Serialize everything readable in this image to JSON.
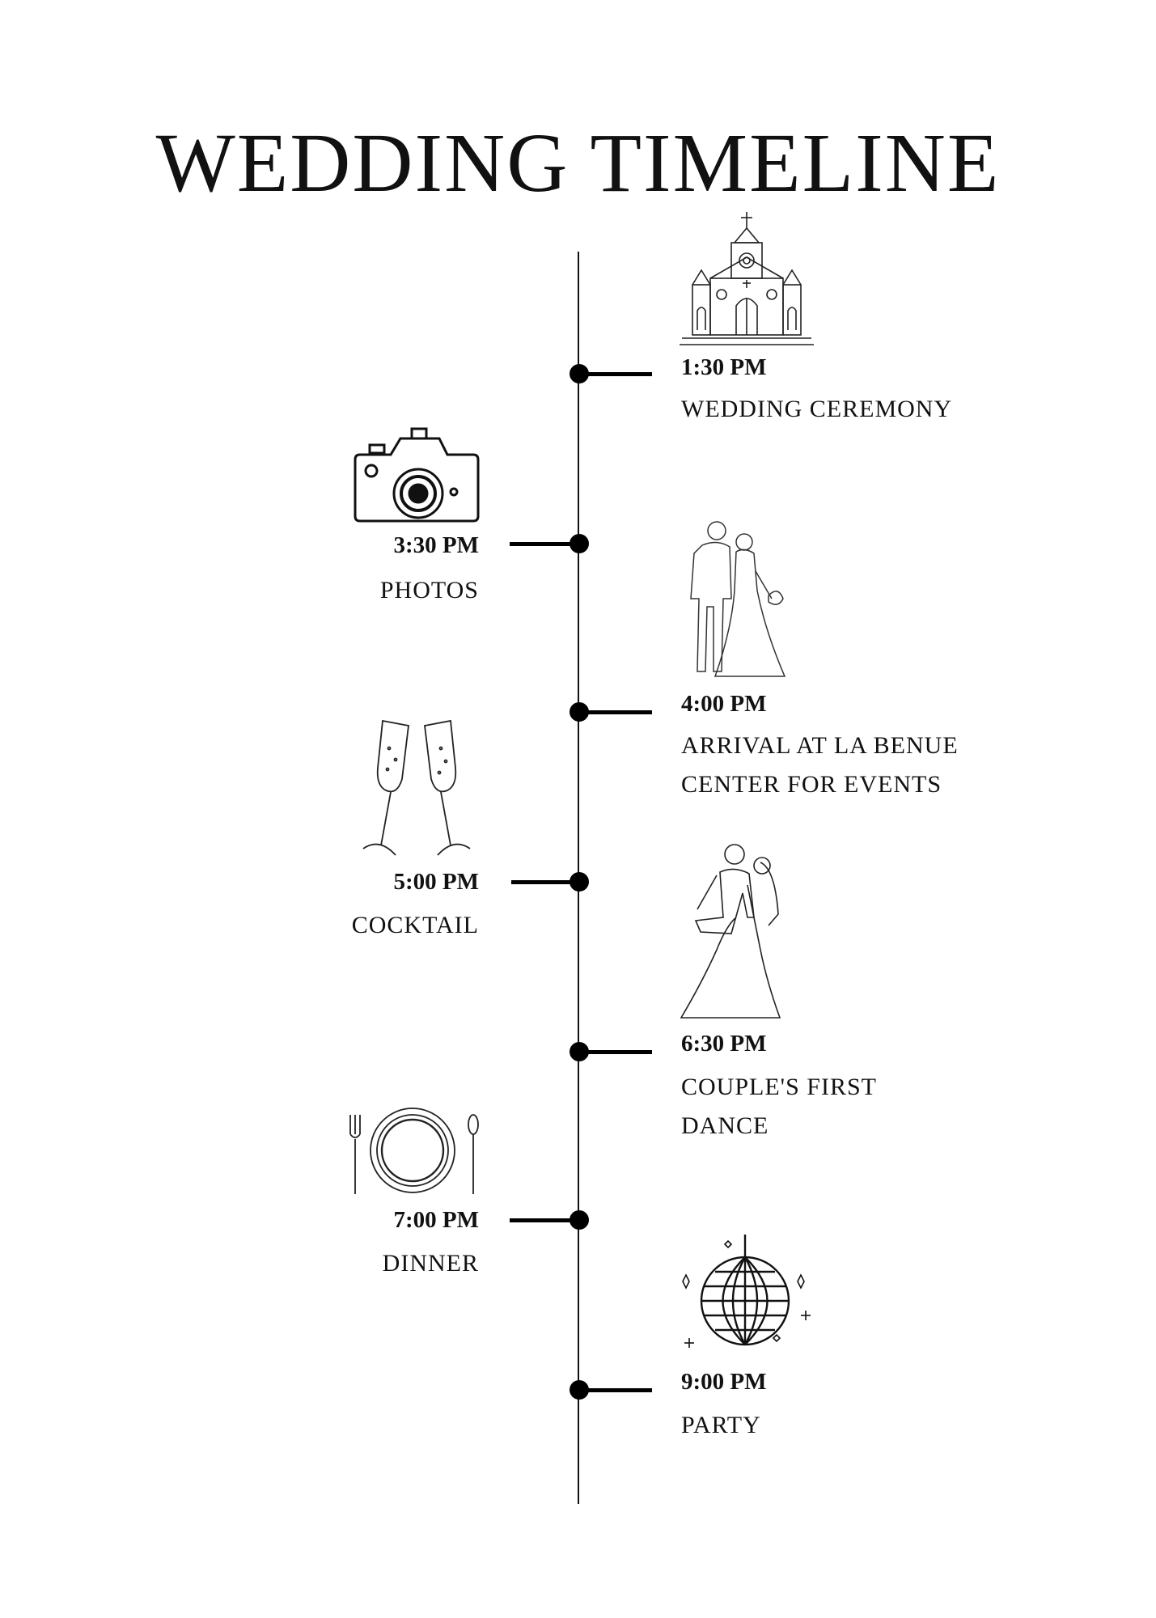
{
  "title": "WEDDING TIMELINE",
  "events": [
    {
      "time": "1:30 PM",
      "label": "WEDDING CEREMONY",
      "icon": "church-icon"
    },
    {
      "time": "3:30 PM",
      "label": "PHOTOS",
      "icon": "camera-icon"
    },
    {
      "time": "4:00 PM",
      "label": "ARRIVAL AT LA BENUE CENTER FOR EVENTS",
      "icon": "couple-icon"
    },
    {
      "time": "5:00 PM",
      "label": "COCKTAIL",
      "icon": "champagne-glasses-icon"
    },
    {
      "time": "6:30 PM",
      "label": "COUPLE'S FIRST DANCE",
      "icon": "dancing-couple-icon"
    },
    {
      "time": "7:00 PM",
      "label": "DINNER",
      "icon": "plate-cutlery-icon"
    },
    {
      "time": "9:00 PM",
      "label": "PARTY",
      "icon": "disco-ball-icon"
    }
  ]
}
